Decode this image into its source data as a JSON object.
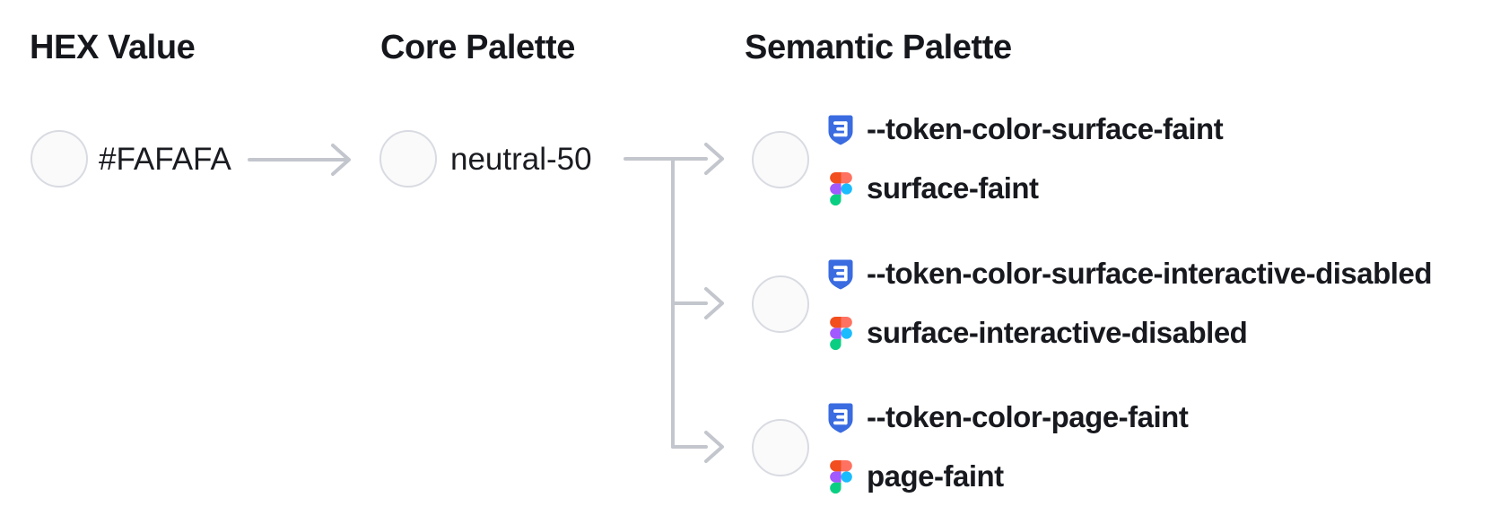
{
  "diagram": {
    "columns": [
      {
        "id": "hex",
        "header": "HEX Value"
      },
      {
        "id": "core",
        "header": "Core Palette"
      },
      {
        "id": "semantic",
        "header": "Semantic Palette"
      }
    ],
    "hex_node": {
      "label": "#FAFAFA",
      "swatch_color": "#FAFAFA"
    },
    "core_node": {
      "label": "neutral-50",
      "swatch_color": "#FAFAFA"
    },
    "semantic_nodes": [
      {
        "css_variable": "--token-color-surface-faint",
        "figma_style": "surface-faint",
        "swatch_color": "#FAFAFA"
      },
      {
        "css_variable": "--token-color-surface-interactive-disabled",
        "figma_style": "surface-interactive-disabled",
        "swatch_color": "#FAFAFA"
      },
      {
        "css_variable": "--token-color-page-faint",
        "figma_style": "page-faint",
        "swatch_color": "#FAFAFA"
      }
    ],
    "icons": {
      "css_icon": "css3-shield",
      "figma_icon": "figma-logo"
    },
    "colors": {
      "background": "#FFFFFF",
      "heading_text": "#15171C",
      "label_text": "#1A1C21",
      "swatch_fill": "#FAFAFA",
      "swatch_border": "#D9DBE2",
      "connector": "#C3C6CD",
      "css_icon_blue": "#3A6BE0",
      "figma_red": "#F24E1E",
      "figma_salmon": "#FF7262",
      "figma_purple": "#A259FF",
      "figma_blue": "#1ABCFE",
      "figma_green": "#0ACF83"
    }
  }
}
